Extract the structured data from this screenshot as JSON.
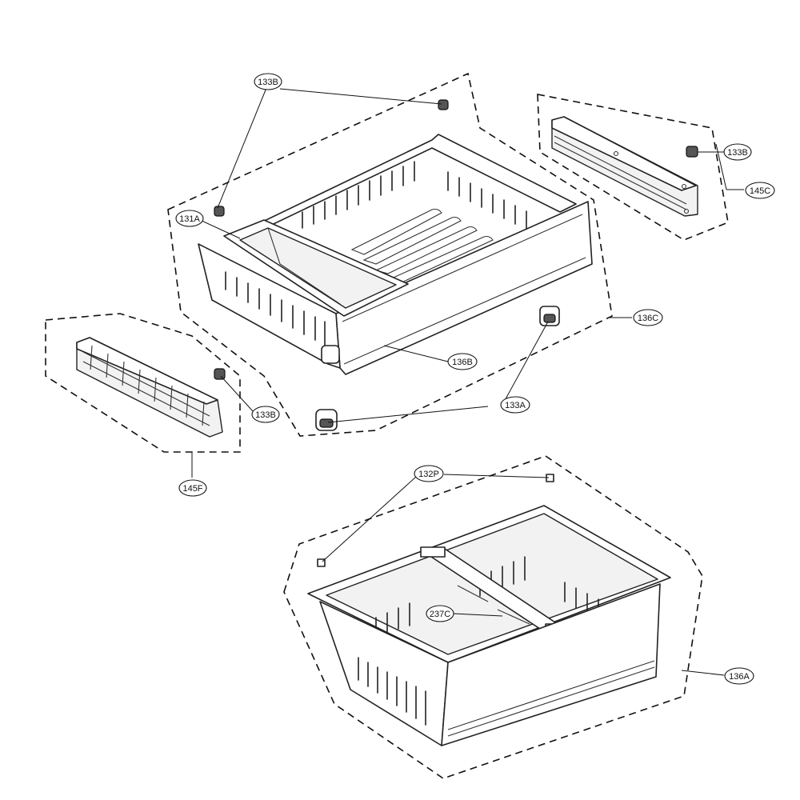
{
  "labels": {
    "p133B_top": "133B",
    "p133B_right": "133B",
    "p133B_left": "133B",
    "p145C": "145C",
    "p131A": "131A",
    "p136C": "136C",
    "p136B": "136B",
    "p133A": "133A",
    "p145F": "145F",
    "p132P": "132P",
    "p237C": "237C",
    "p136A": "136A"
  }
}
